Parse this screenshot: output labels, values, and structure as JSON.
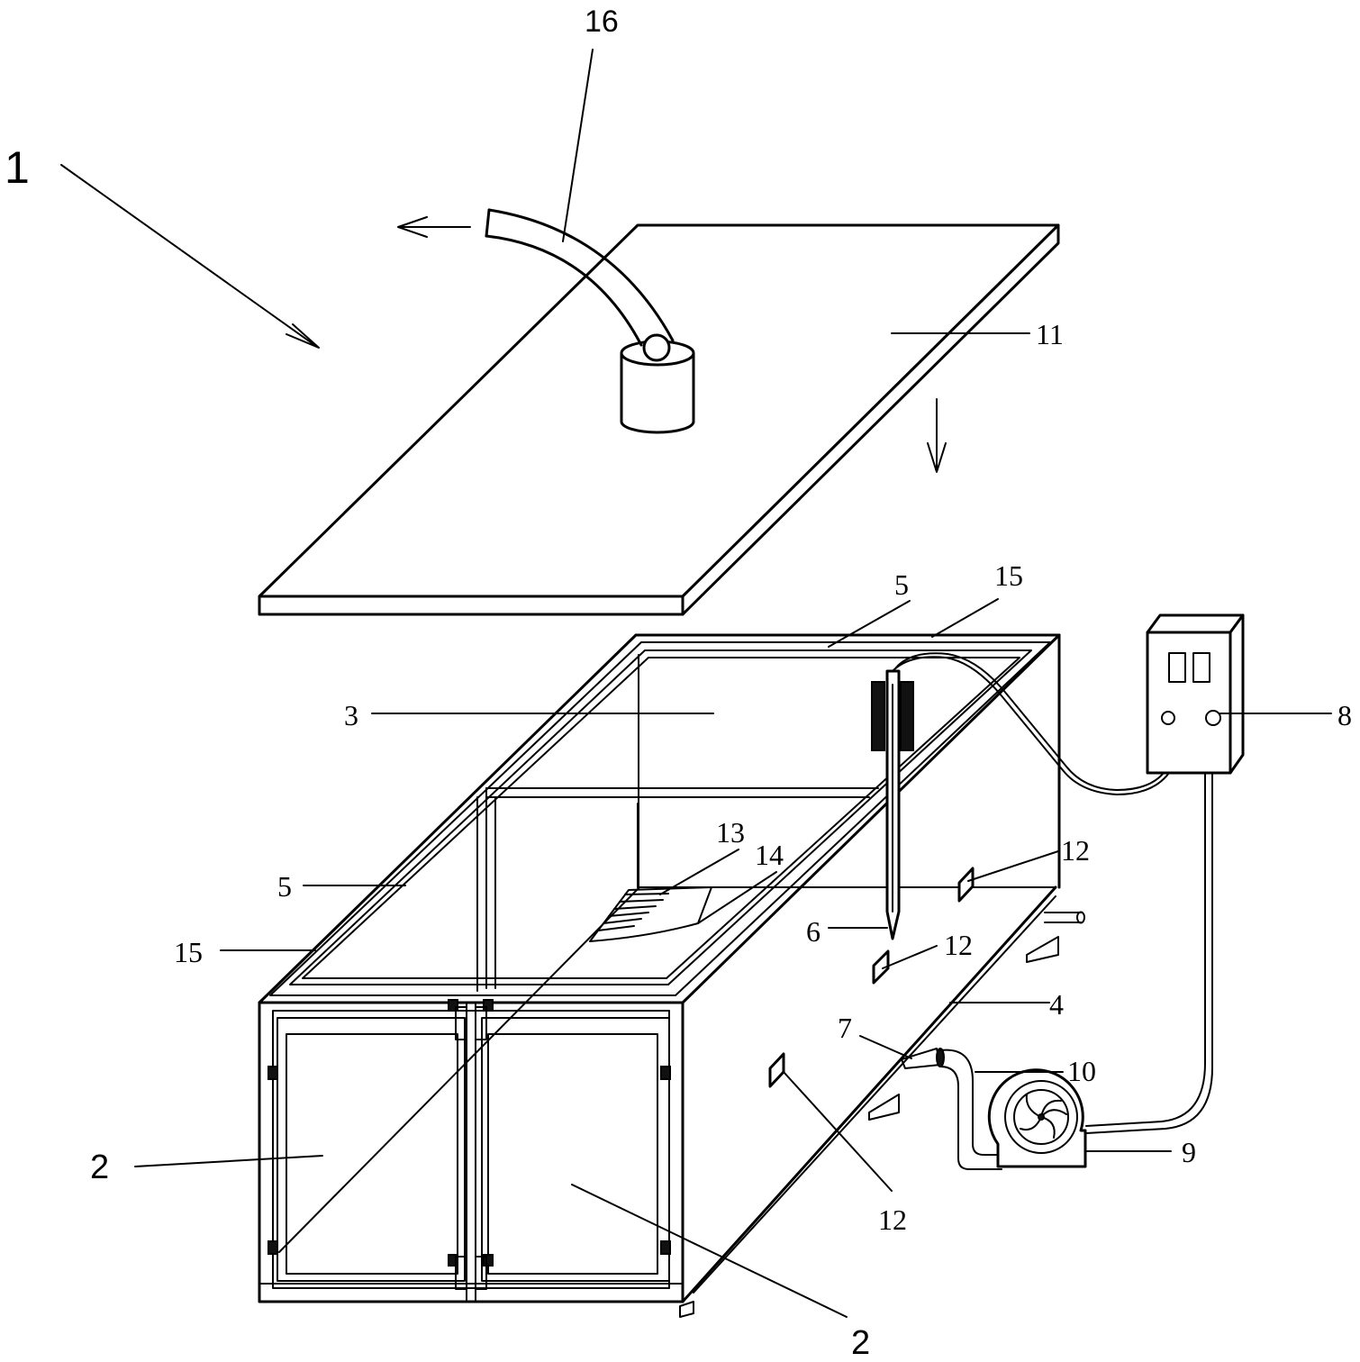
{
  "labels": {
    "l1": "1",
    "l2a": "2",
    "l2b": "2",
    "l3": "3",
    "l4": "4",
    "l5a": "5",
    "l5b": "5",
    "l6": "6",
    "l7": "7",
    "l8": "8",
    "l9": "9",
    "l10": "10",
    "l11": "11",
    "l12a": "12",
    "l12b": "12",
    "l12c": "12",
    "l13": "13",
    "l14": "14",
    "l15a": "15",
    "l15b": "15",
    "l16": "16"
  }
}
